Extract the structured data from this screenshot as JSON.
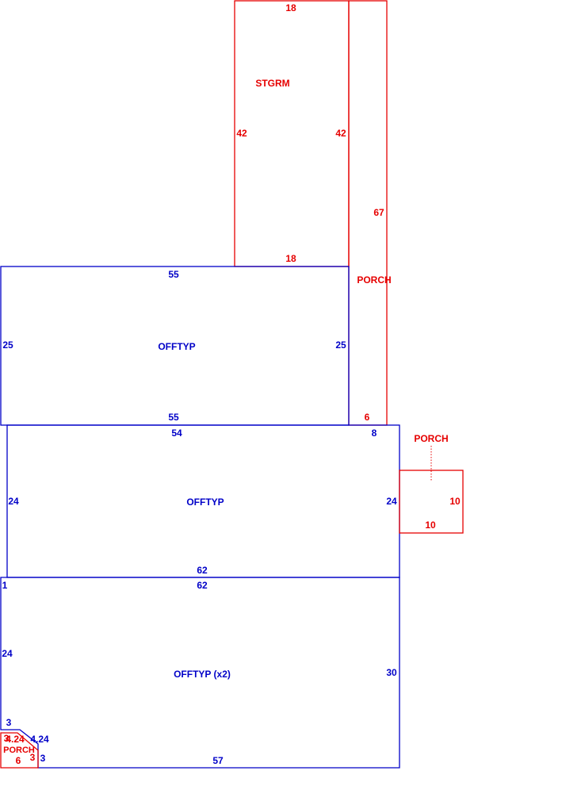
{
  "colors": {
    "porch_stroke": "#e60000",
    "office_stroke": "#0000c8",
    "background": "#ffffff"
  },
  "stgrm": {
    "label": "STGRM",
    "dims": {
      "top": "18",
      "bottom": "18",
      "left": "42",
      "right": "42"
    }
  },
  "porch_strip": {
    "label": "PORCH",
    "dims": {
      "side": "67",
      "bottom": "6"
    }
  },
  "office_1": {
    "label": "OFFTYP",
    "dims": {
      "top": "55",
      "bottom": "55",
      "left": "25",
      "right": "25"
    }
  },
  "office_2": {
    "label": "OFFTYP",
    "dims": {
      "top": "54",
      "top_right": "8",
      "left": "24",
      "right": "24",
      "bottom": "62"
    }
  },
  "porch_small": {
    "label": "PORCH",
    "dims": {
      "right": "10",
      "bottom": "10"
    }
  },
  "office_3": {
    "label": "OFFTYP (x2)",
    "dims": {
      "top": "62",
      "left_offset": "1",
      "left": "24",
      "right": "30",
      "bottom": "57",
      "notch_top": "3",
      "diag": "4.24",
      "notch_side": "3"
    }
  },
  "porch_corner": {
    "label": "PORCH",
    "dims": {
      "top_left": "3",
      "diag": "4.24",
      "bottom": "6",
      "right": "3"
    }
  }
}
